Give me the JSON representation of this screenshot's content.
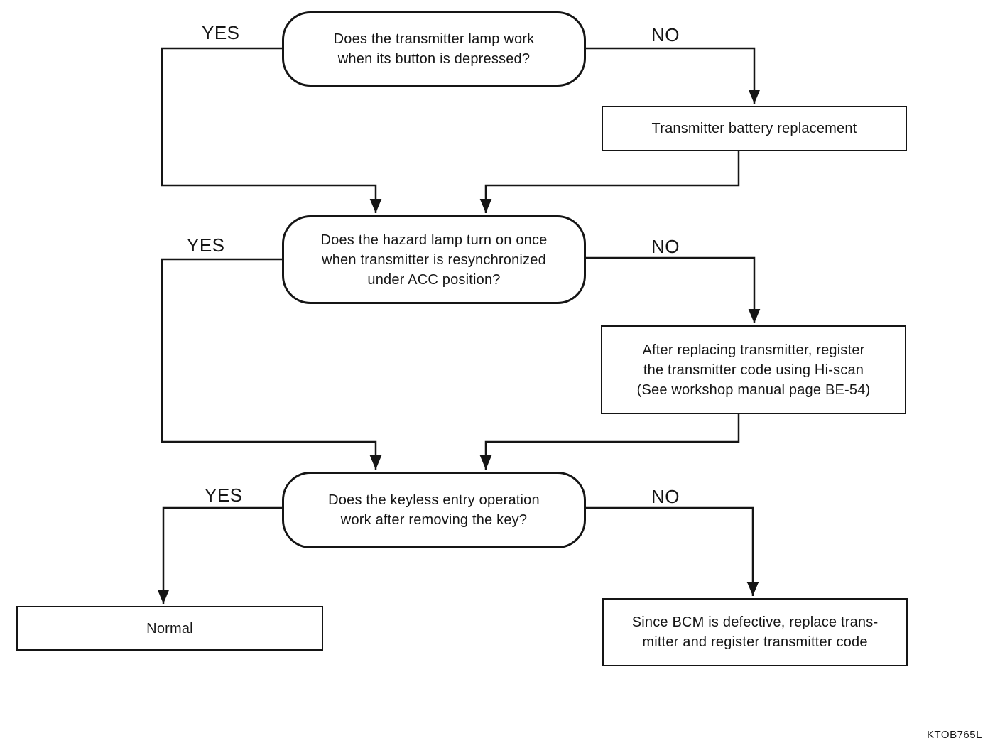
{
  "diagram": {
    "nodes": {
      "q_transmitter_lamp": {
        "lines": [
          "Does the transmitter lamp work",
          "when its button is depressed?"
        ]
      },
      "r_battery": {
        "lines": [
          "Transmitter battery replacement"
        ]
      },
      "q_hazard_lamp": {
        "lines": [
          "Does the hazard lamp turn on once",
          "when transmitter is resynchronized",
          "under ACC position?"
        ]
      },
      "r_register": {
        "lines": [
          "After replacing transmitter, register",
          "the transmitter code using Hi-scan",
          "(See workshop manual page BE-54)"
        ]
      },
      "q_keyless_entry": {
        "lines": [
          "Does the keyless entry operation",
          "work after removing the key?"
        ]
      },
      "r_normal": {
        "lines": [
          "Normal"
        ]
      },
      "r_bcm": {
        "lines": [
          "Since BCM is defective, replace trans-",
          "mitter and register transmitter code"
        ]
      }
    },
    "labels": {
      "yes1": "YES",
      "no1": "NO",
      "yes2": "YES",
      "no2": "NO",
      "yes3": "YES",
      "no3": "NO"
    },
    "code_label": "KTOB765L",
    "line_color": "#151515"
  }
}
